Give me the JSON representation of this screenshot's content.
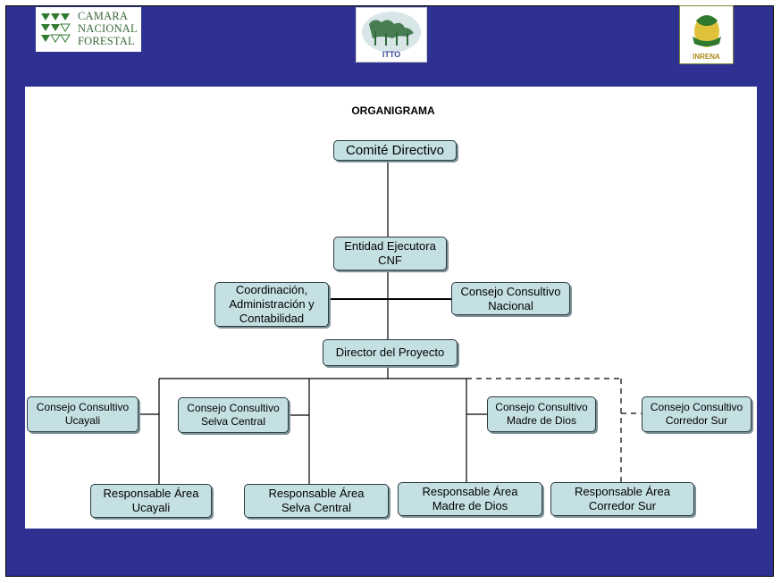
{
  "logos": {
    "cnf": {
      "lines": [
        "CAMARA",
        "NACIONAL",
        "FORESTAL"
      ]
    },
    "itto": {
      "label": "ITTO"
    },
    "inrena": {
      "label": "INRENA"
    }
  },
  "diagram": {
    "title": "ORGANIGRAMA",
    "nodes": {
      "comite": "Comité Directivo",
      "entidad": "Entidad Ejecutora\nCNF",
      "coordinacion": "Coordinación,\nAdministración y\nContabilidad",
      "consejo_nacional": "Consejo Consultivo\nNacional",
      "director": "Director del Proyecto",
      "cc_ucayali": "Consejo Consultivo\nUcayali",
      "cc_selva": "Consejo Consultivo\nSelva Central",
      "cc_madre": "Consejo Consultivo\nMadre de Dios",
      "cc_corredor": "Consejo Consultivo\nCorredor Sur",
      "ra_ucayali": "Responsable Área\nUcayali",
      "ra_selva": "Responsable Área\nSelva Central",
      "ra_madre": "Responsable Área\nMadre de Dios",
      "ra_corredor": "Responsable Área\nCorredor Sur"
    }
  },
  "colors": {
    "frame": "#2e3192",
    "node_fill": "#c5e0e3"
  }
}
